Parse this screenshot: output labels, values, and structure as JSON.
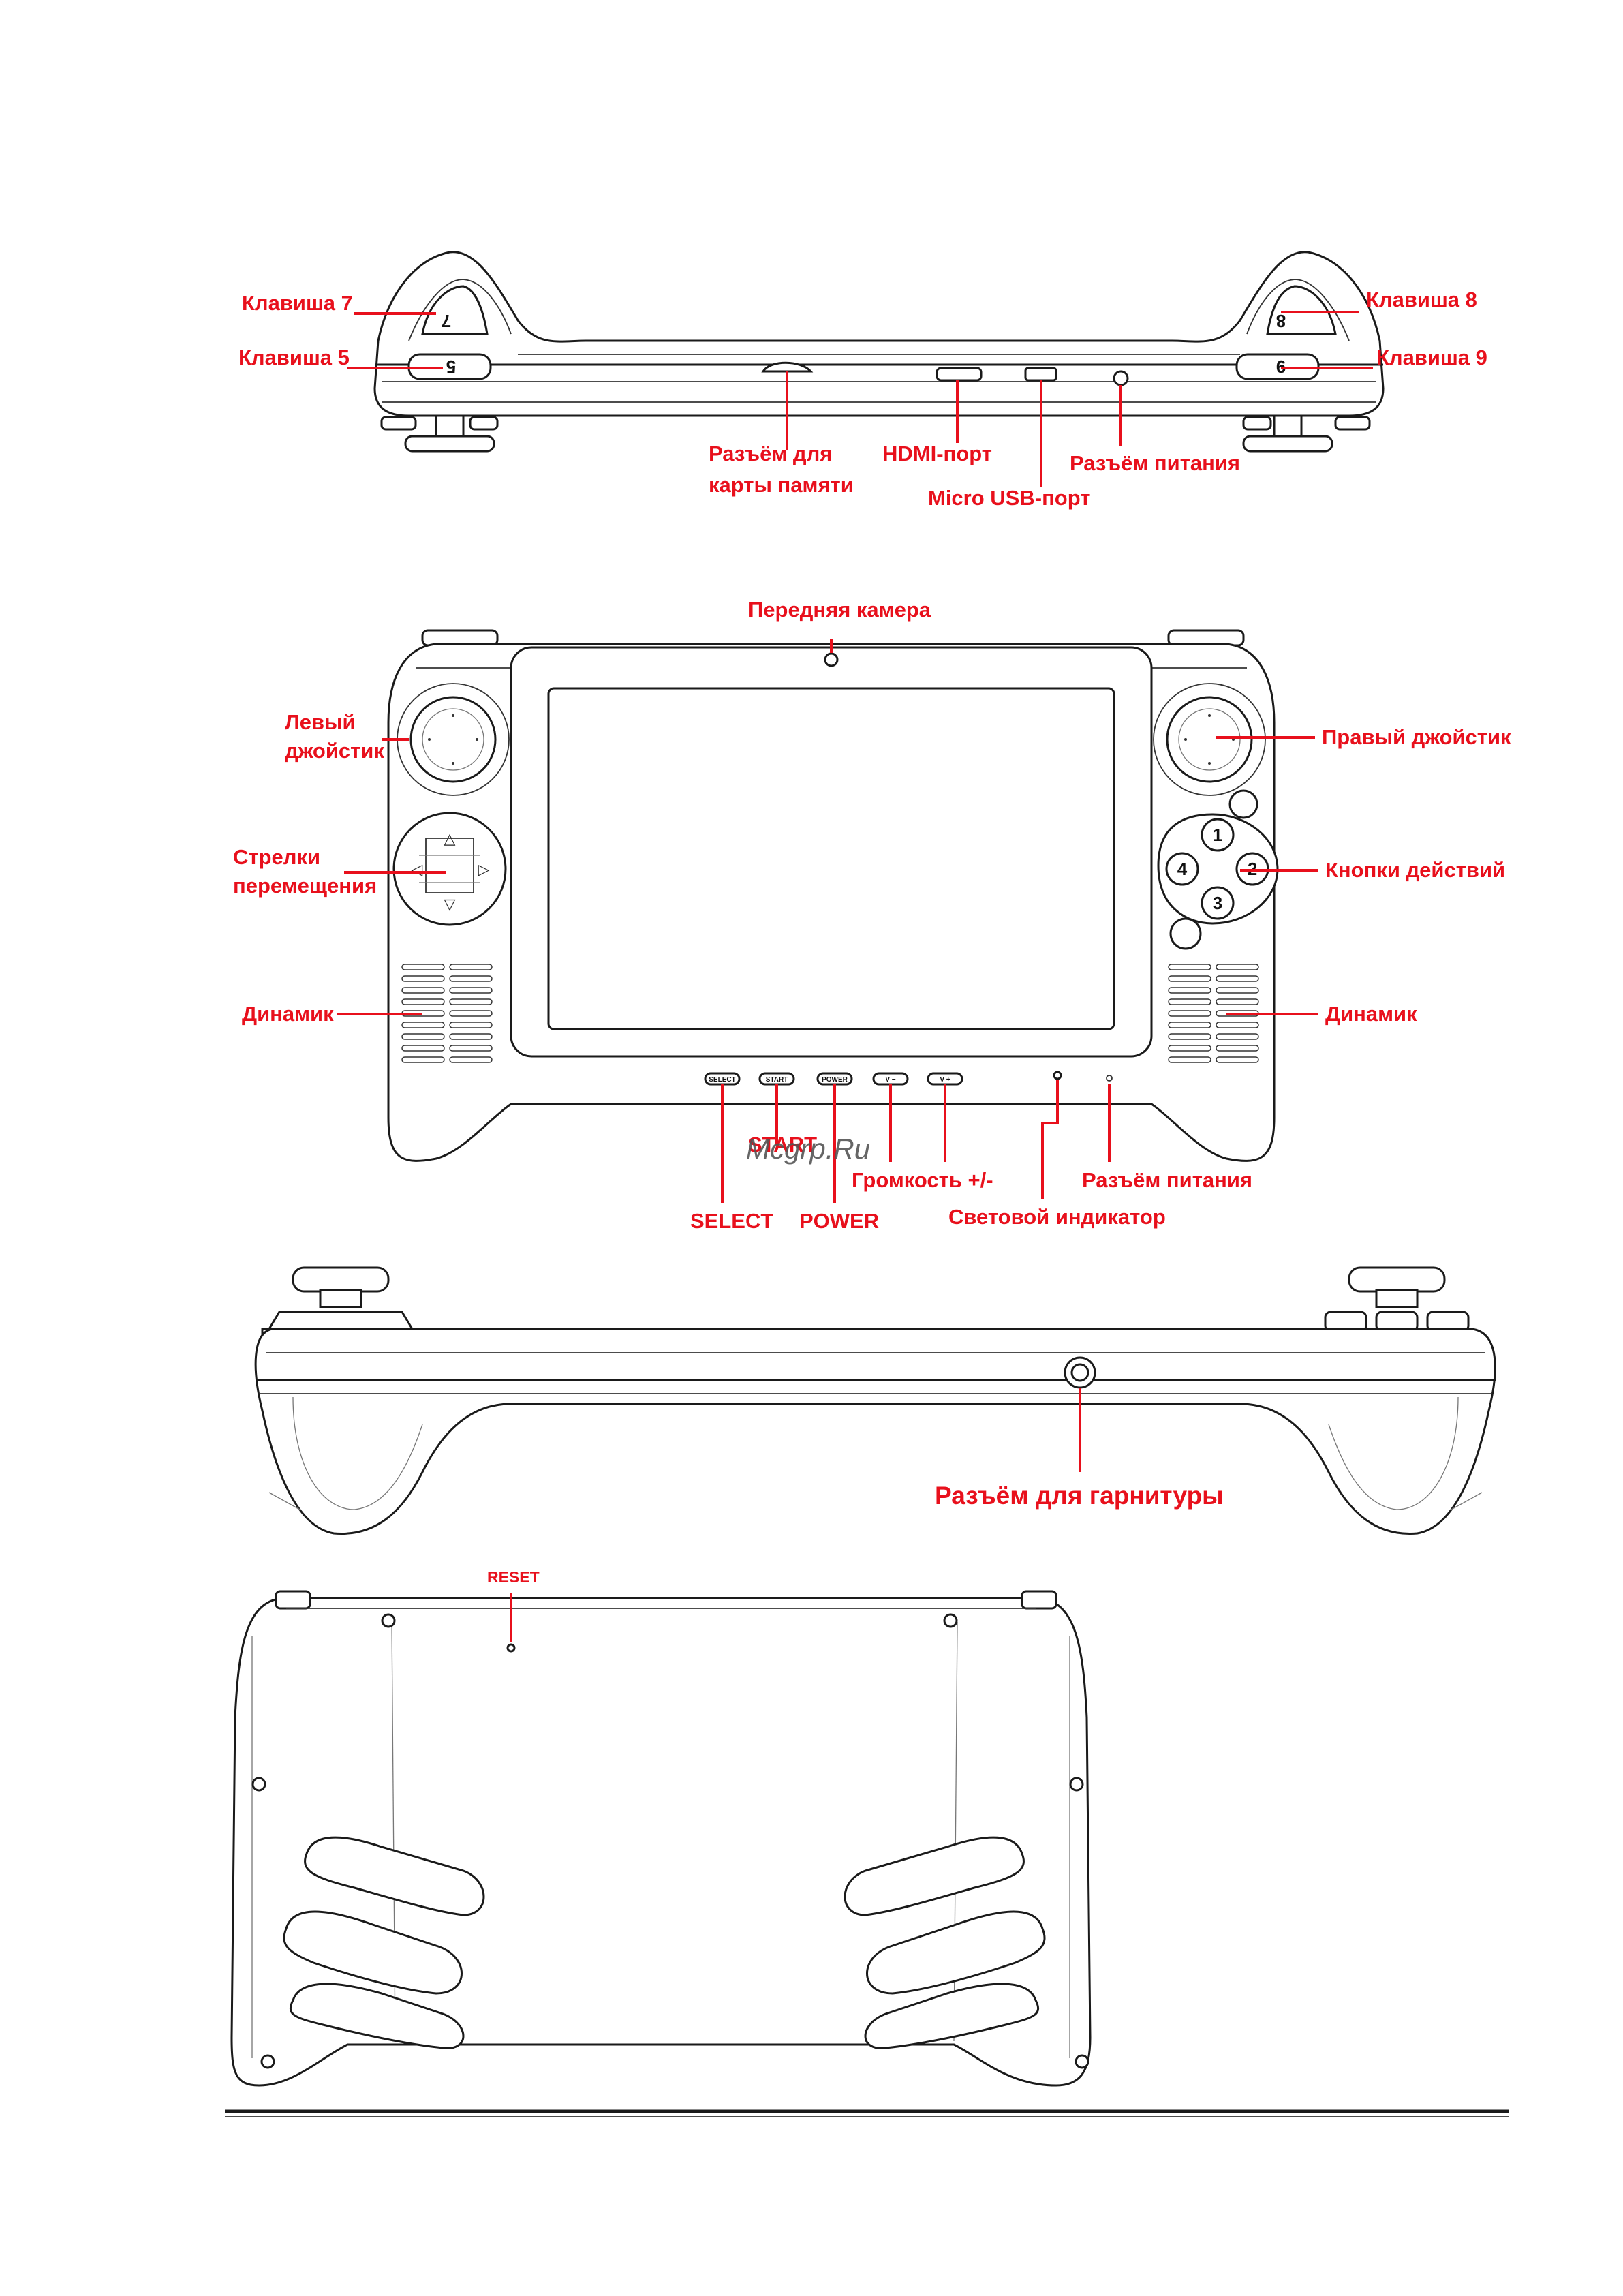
{
  "top_view": {
    "key7": "Клавиша 7",
    "key5": "Клавиша 5",
    "key8": "Клавиша 8",
    "key9": "Клавиша 9",
    "key7_glyph": "7",
    "key5_glyph": "5",
    "key8_glyph": "8",
    "key9_glyph": "9",
    "card_slot_line1": "Разъём для",
    "card_slot_line2": "карты памяти",
    "hdmi": "HDMI-порт",
    "micro_usb": "Micro USB-порт",
    "power_jack": "Разъём питания"
  },
  "front_view": {
    "front_camera": "Передняя камера",
    "left_stick_line1": "Левый",
    "left_stick_line2": "джойстик",
    "right_stick": "Правый джойстик",
    "dpad_line1": "Стрелки",
    "dpad_line2": "перемещения",
    "action_buttons": "Кнопки действий",
    "speaker_left": "Динамик",
    "speaker_right": "Динамик",
    "action_glyphs": [
      "1",
      "2",
      "3",
      "4"
    ],
    "dpad_glyphs": [
      "△",
      "▽",
      "◁",
      "▷"
    ],
    "btn_select": "SELECT",
    "btn_start": "START",
    "btn_power": "POWER",
    "btn_vol_minus": "V −",
    "btn_vol_plus": "V +",
    "label_start": "START",
    "label_select": "SELECT",
    "label_power": "POWER",
    "label_volume": "Громкость +/-",
    "label_led": "Световой индикатор",
    "label_power_jack": "Разъём питания"
  },
  "watermark": "Mcgrp.Ru",
  "bottom_view": {
    "headset_jack": "Разъём для гарнитуры"
  },
  "back_view": {
    "reset": "RESET"
  },
  "colors": {
    "label": "#e8101c",
    "outline": "#1a1a1a",
    "background": "#ffffff"
  }
}
